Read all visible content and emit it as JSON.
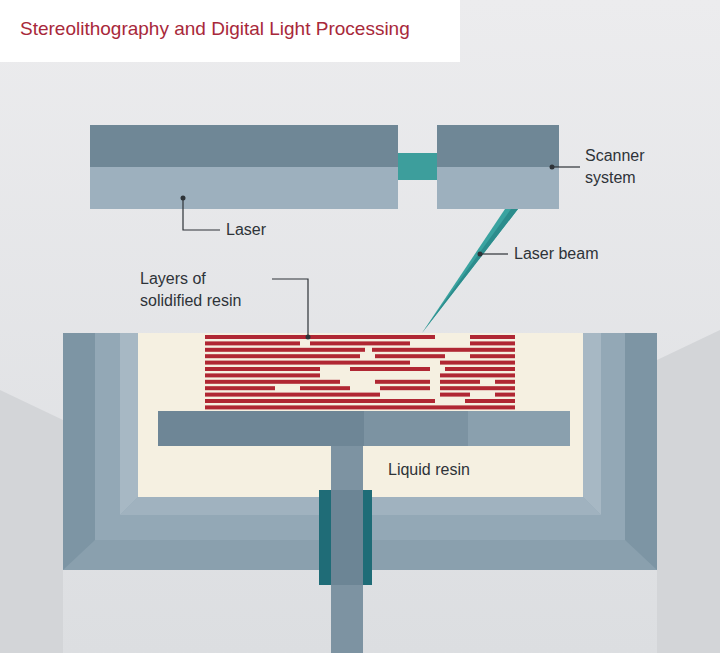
{
  "diagram": {
    "title": "Stereolithography and Digital Light Processing",
    "labels": [
      "Scanner system",
      "Laser",
      "Laser beam",
      "Layers of solidified resin",
      "Liquid resin"
    ]
  }
}
